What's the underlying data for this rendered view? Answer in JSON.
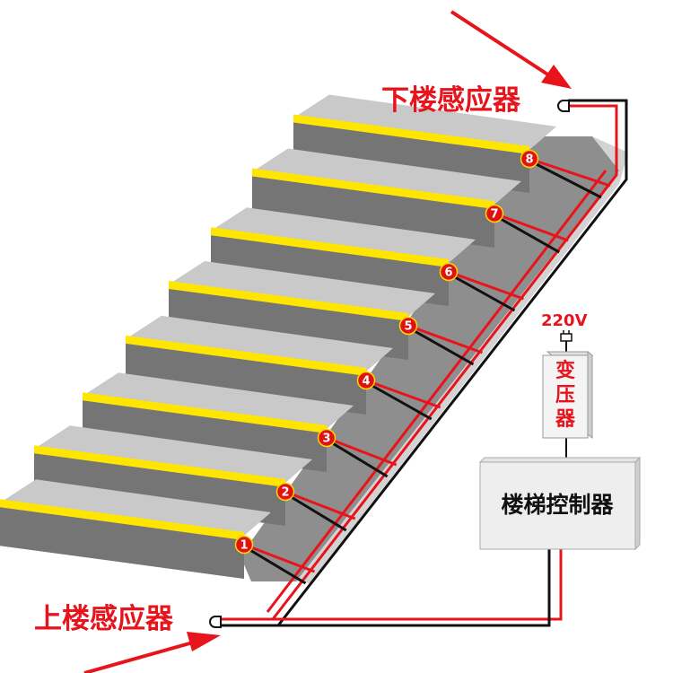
{
  "labels": {
    "top_sensor": "下楼感应器",
    "bottom_sensor": "上楼感应器",
    "voltage": "220V",
    "transformer": [
      "变",
      "压",
      "器"
    ],
    "controller": "楼梯控制器"
  },
  "steps": [
    {
      "number": "1"
    },
    {
      "number": "2"
    },
    {
      "number": "3"
    },
    {
      "number": "4"
    },
    {
      "number": "5"
    },
    {
      "number": "6"
    },
    {
      "number": "7"
    },
    {
      "number": "8"
    }
  ],
  "colors": {
    "wire_red": "#e8141c",
    "wire_black": "#111111",
    "strip_yellow": "#ffe600",
    "step_top": "#c9c9c9",
    "step_riser": "#757575",
    "step_side": "#8e8e8e",
    "badge_red": "#e0120f",
    "text_red": "#e8141c",
    "controller_fill": "#eeeeee"
  },
  "icons": [
    "red-arrow-icon",
    "sensor-icon",
    "plug-icon"
  ]
}
